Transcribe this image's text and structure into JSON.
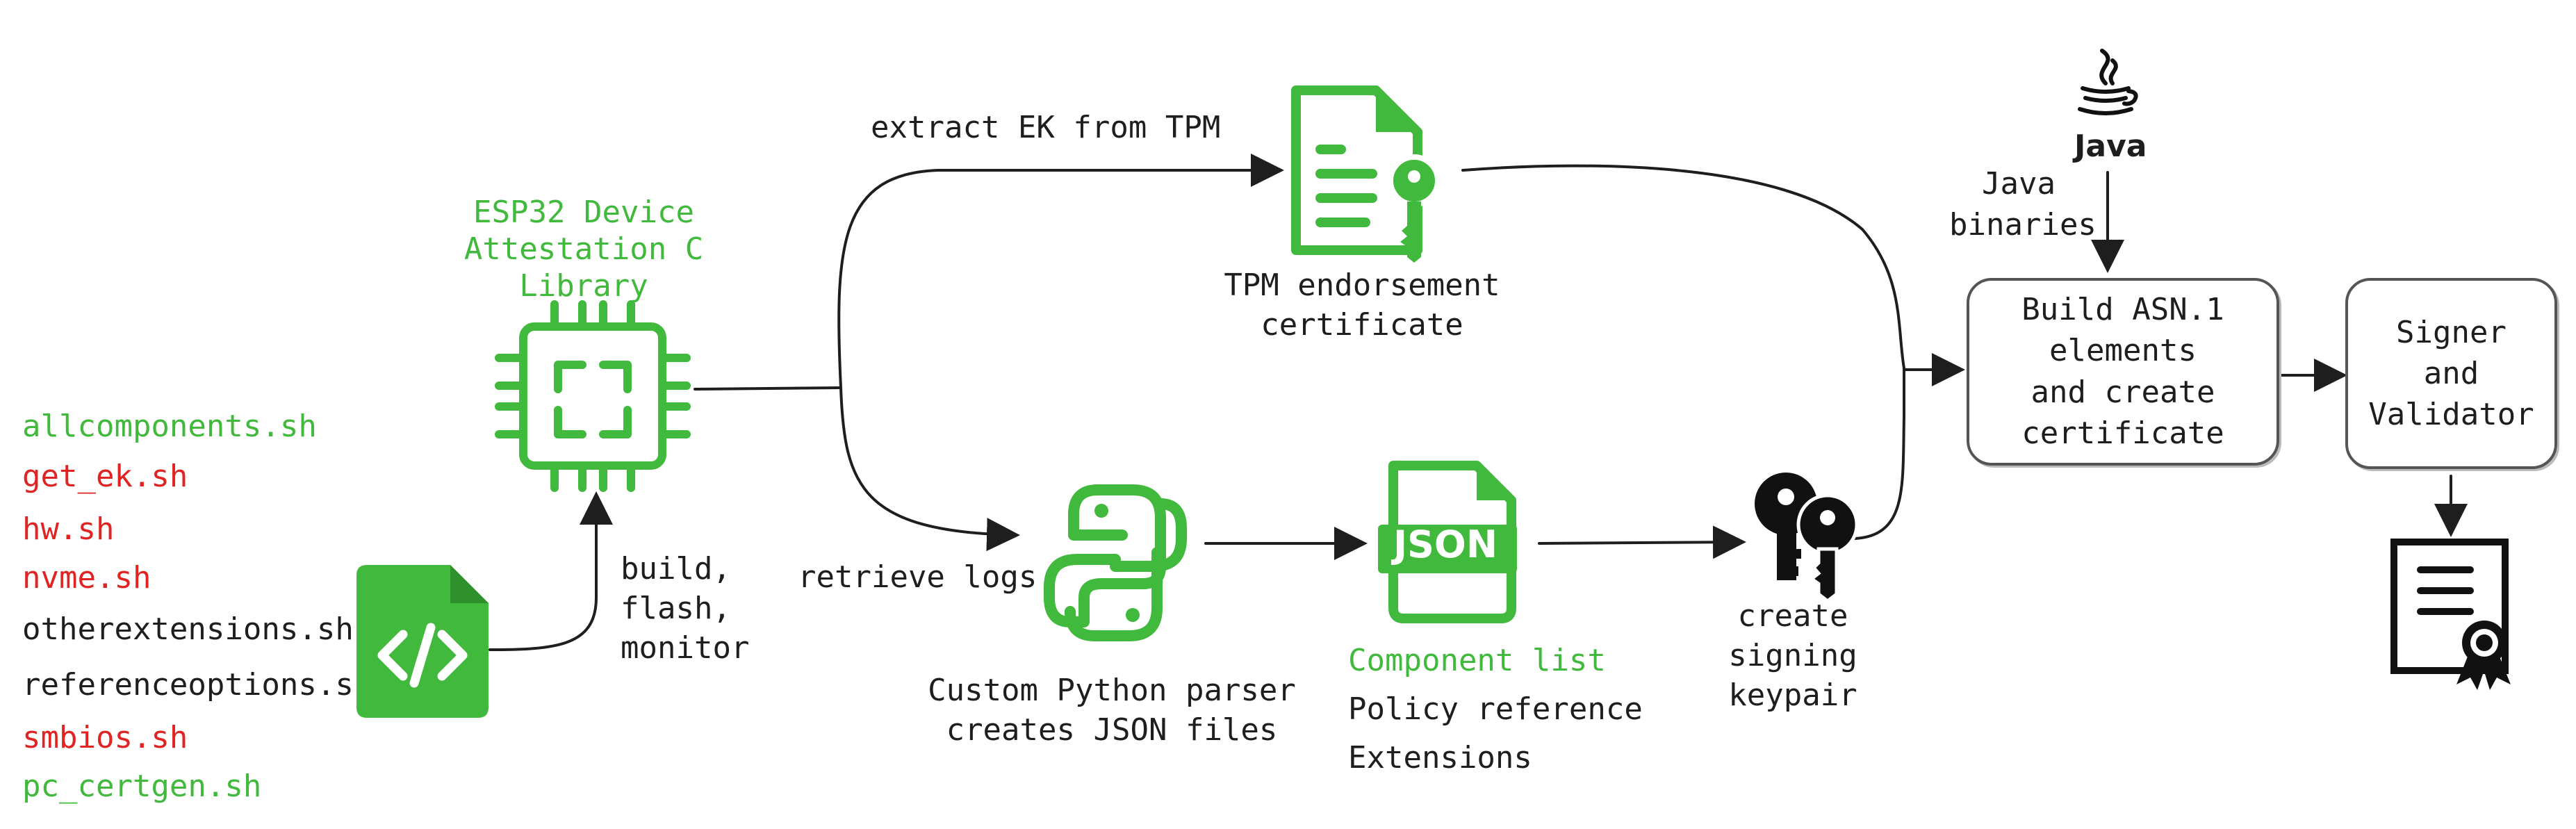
{
  "library_label": "ESP32 Device\nAttestation C Library",
  "scripts": [
    {
      "name": "allcomponents.sh",
      "color": "#40b93c"
    },
    {
      "name": "get_ek.sh",
      "color": "#e02424"
    },
    {
      "name": "hw.sh",
      "color": "#e02424"
    },
    {
      "name": "nvme.sh",
      "color": "#e02424"
    },
    {
      "name": "otherextensions.sh",
      "color": "#1e1e1e"
    },
    {
      "name": "referenceoptions.sh",
      "color": "#1e1e1e"
    },
    {
      "name": "smbios.sh",
      "color": "#e02424"
    },
    {
      "name": "pc_certgen.sh",
      "color": "#40b93c"
    }
  ],
  "edges": {
    "build_flash_monitor": "build,\nflash,\nmonitor",
    "extract_ek": "extract EK from TPM",
    "retrieve_logs": "retrieve logs",
    "java_binaries": "Java\nbinaries"
  },
  "nodes": {
    "tpm_cert": "TPM endorsement\ncertificate",
    "python_parser": "Custom Python parser\ncreates JSON files",
    "json_badge": "JSON",
    "component_list": "Component list",
    "policy_reference": "Policy reference",
    "extensions": "Extensions",
    "signing_keypair": "create signing\nkeypair",
    "build_asn1": "Build ASN.1\nelements\nand create\ncertificate",
    "signer_validator": "Signer\nand\nValidator",
    "java_logo_text": "Java"
  },
  "colors": {
    "accent": "#40b93c",
    "error": "#e02424",
    "ink": "#1e1e1e"
  }
}
